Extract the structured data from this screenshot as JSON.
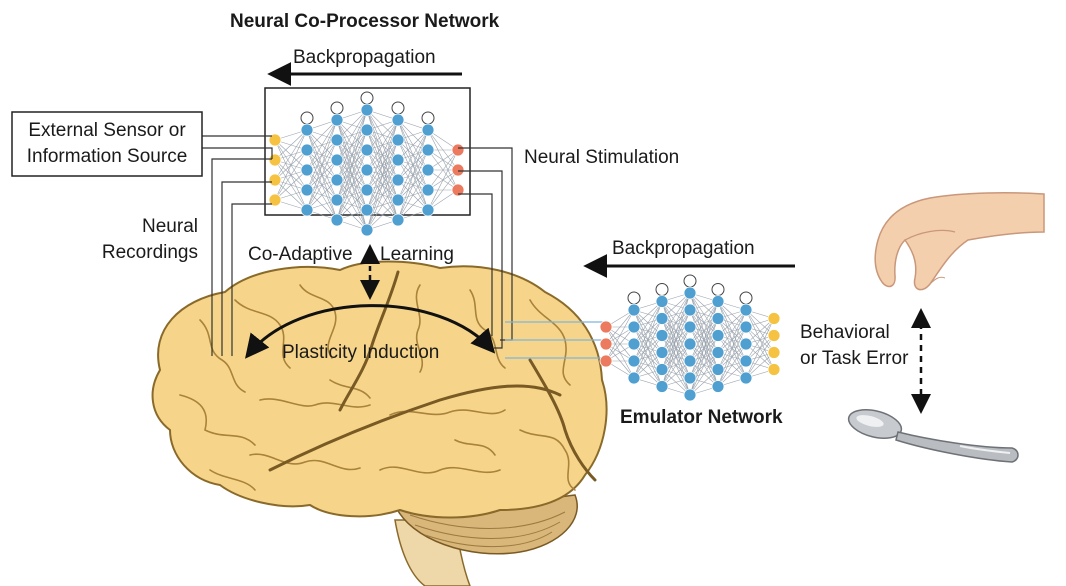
{
  "title": "Neural Co-Processor Network",
  "coprocessor_backprop": "Backpropagation",
  "external_sensor": {
    "line1": "External Sensor or",
    "line2": "Information Source"
  },
  "neural_stimulation": "Neural Stimulation",
  "neural_recordings": {
    "line1": "Neural",
    "line2": "Recordings"
  },
  "coadaptive": {
    "left": "Co-Adaptive",
    "right": "Learning"
  },
  "plasticity_induction": "Plasticity Induction",
  "emulator_backprop": "Backpropagation",
  "behavioral_error": {
    "line1": "Behavioral",
    "line2": "or Task Error"
  },
  "emulator_network": "Emulator Network",
  "colors": {
    "input_node": "#f5c242",
    "hidden_node": "#4f9fd1",
    "output_node": "#ec7a5e",
    "brain_fill": "#f6d58a",
    "brain_stroke": "#8a6a2a",
    "cerebellum": "#d9b67a",
    "skin": "#f3cfae",
    "spoon": "#b9bcc0"
  },
  "icons": {
    "hand": "hand-icon",
    "spoon": "spoon-icon",
    "brain": "brain-illustration"
  }
}
